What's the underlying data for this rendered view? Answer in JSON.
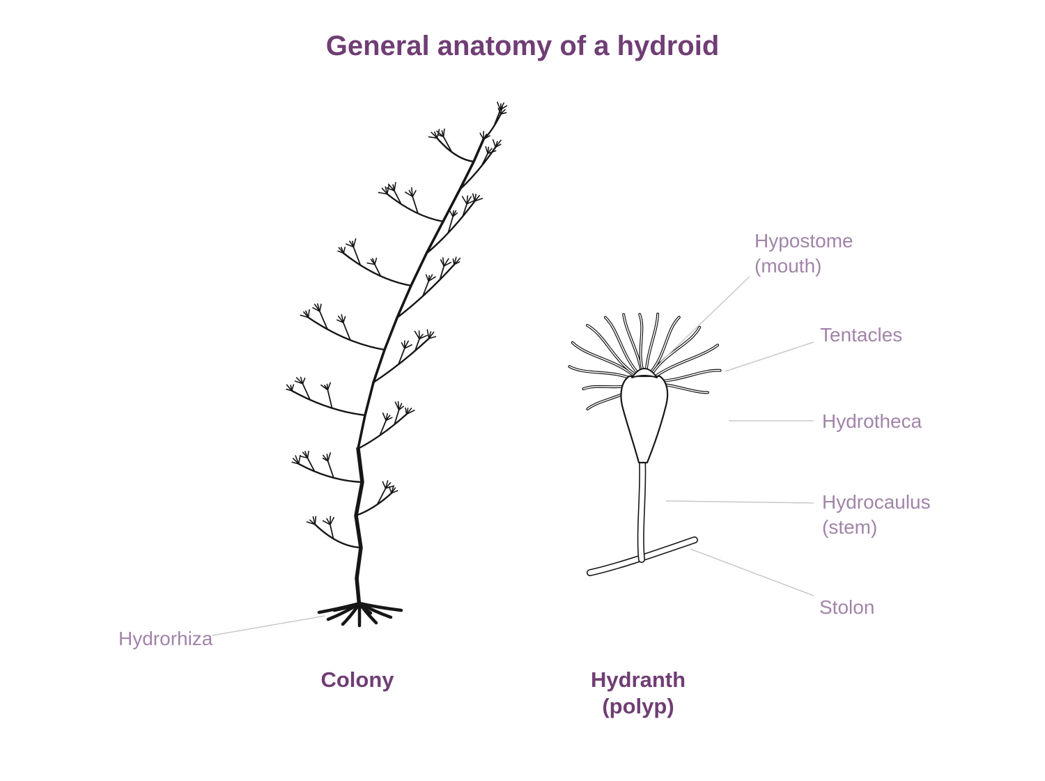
{
  "title": "General anatomy of a hydroid",
  "figures": {
    "colony": {
      "caption": "Colony",
      "label_hydrorhiza": "Hydrorhiza"
    },
    "hydranth": {
      "caption_line1": "Hydranth",
      "caption_line2": "(polyp)",
      "label_hypostome_line1": "Hypostome",
      "label_hypostome_line2": "(mouth)",
      "label_tentacles": "Tentacles",
      "label_hydrotheca": "Hydrotheca",
      "label_hydrocaulus_line1": "Hydrocaulus",
      "label_hydrocaulus_line2": "(stem)",
      "label_stolon": "Stolon"
    }
  },
  "colors": {
    "title": "#6f3e74",
    "caption": "#6f3e74",
    "label": "#a184a8",
    "line_art": "#161616",
    "leader": "#c8c8c8"
  }
}
